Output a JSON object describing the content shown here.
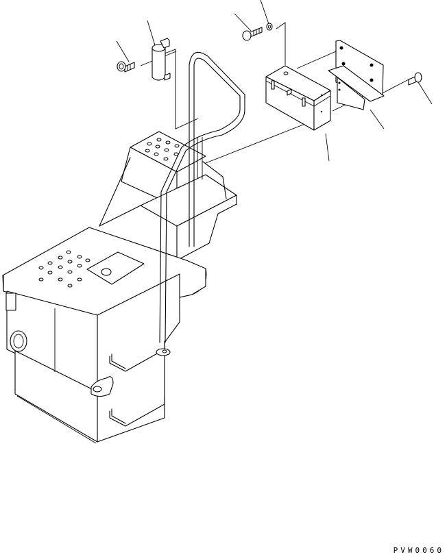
{
  "diagram": {
    "type": "exploded parts illustration",
    "drawing_code": "PVW0060",
    "colors": {
      "line": "#000000",
      "background": "#ffffff"
    },
    "components": [
      {
        "id": "bolt-left",
        "label": "flange bolt"
      },
      {
        "id": "pipe-holder",
        "label": "pipe holder with clamp"
      },
      {
        "id": "bolt-top",
        "label": "hex bolt"
      },
      {
        "id": "washer",
        "label": "washer"
      },
      {
        "id": "toolbox",
        "label": "tool box"
      },
      {
        "id": "bracket",
        "label": "mounting bracket"
      },
      {
        "id": "bolt-right",
        "label": "flange bolt"
      },
      {
        "id": "handrail",
        "label": "handrail"
      },
      {
        "id": "step-platform",
        "label": "step / platform"
      },
      {
        "id": "tank",
        "label": "tank assembly"
      }
    ],
    "leader_count": 7
  }
}
